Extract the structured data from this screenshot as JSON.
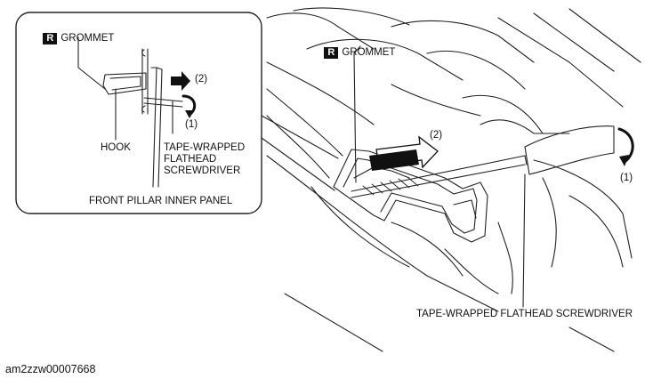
{
  "inset": {
    "grommet_badge": "R",
    "grommet_label": "GROMMET",
    "arrow_pull_label": "(2)",
    "arrow_rotate_label": "(1)",
    "hook_label": "HOOK",
    "screwdriver_label": "TAPE-WRAPPED\nFLATHEAD\nSCREWDRIVER",
    "panel_label": "FRONT PILLAR INNER PANEL"
  },
  "main": {
    "grommet_badge": "R",
    "grommet_label": "GROMMET",
    "arrow_pull_label": "(2)",
    "arrow_rotate_label": "(1)",
    "screwdriver_label": "TAPE-WRAPPED FLATHEAD SCREWDRIVER"
  },
  "footer": {
    "figure_id": "am2zzw00007668"
  }
}
